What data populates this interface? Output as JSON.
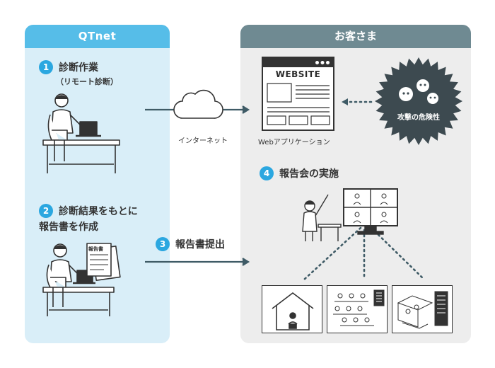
{
  "left_panel": {
    "title": "QTnet"
  },
  "right_panel": {
    "title": "お客さま"
  },
  "steps": [
    {
      "number": "1",
      "label": "診断作業",
      "sublabel": "（リモート診断）"
    },
    {
      "number": "2",
      "label_line1": "診断結果をもとに",
      "label_line2": "報告書を作成"
    },
    {
      "number": "3",
      "label": "報告書提出"
    },
    {
      "number": "4",
      "label": "報告会の実施"
    }
  ],
  "cloud": {
    "label": "インターネット"
  },
  "website": {
    "banner": "WEBSITE",
    "caption": "Webアプリケーション"
  },
  "threat": {
    "label": "攻撃の危険性"
  },
  "document": {
    "title": "報告書"
  },
  "colors": {
    "left_bg": "#d9eef8",
    "left_header": "#56bde8",
    "right_bg": "#ededed",
    "right_header": "#6f8a92",
    "step_badge": "#2ba7e0",
    "threat": "#3d4a50"
  }
}
